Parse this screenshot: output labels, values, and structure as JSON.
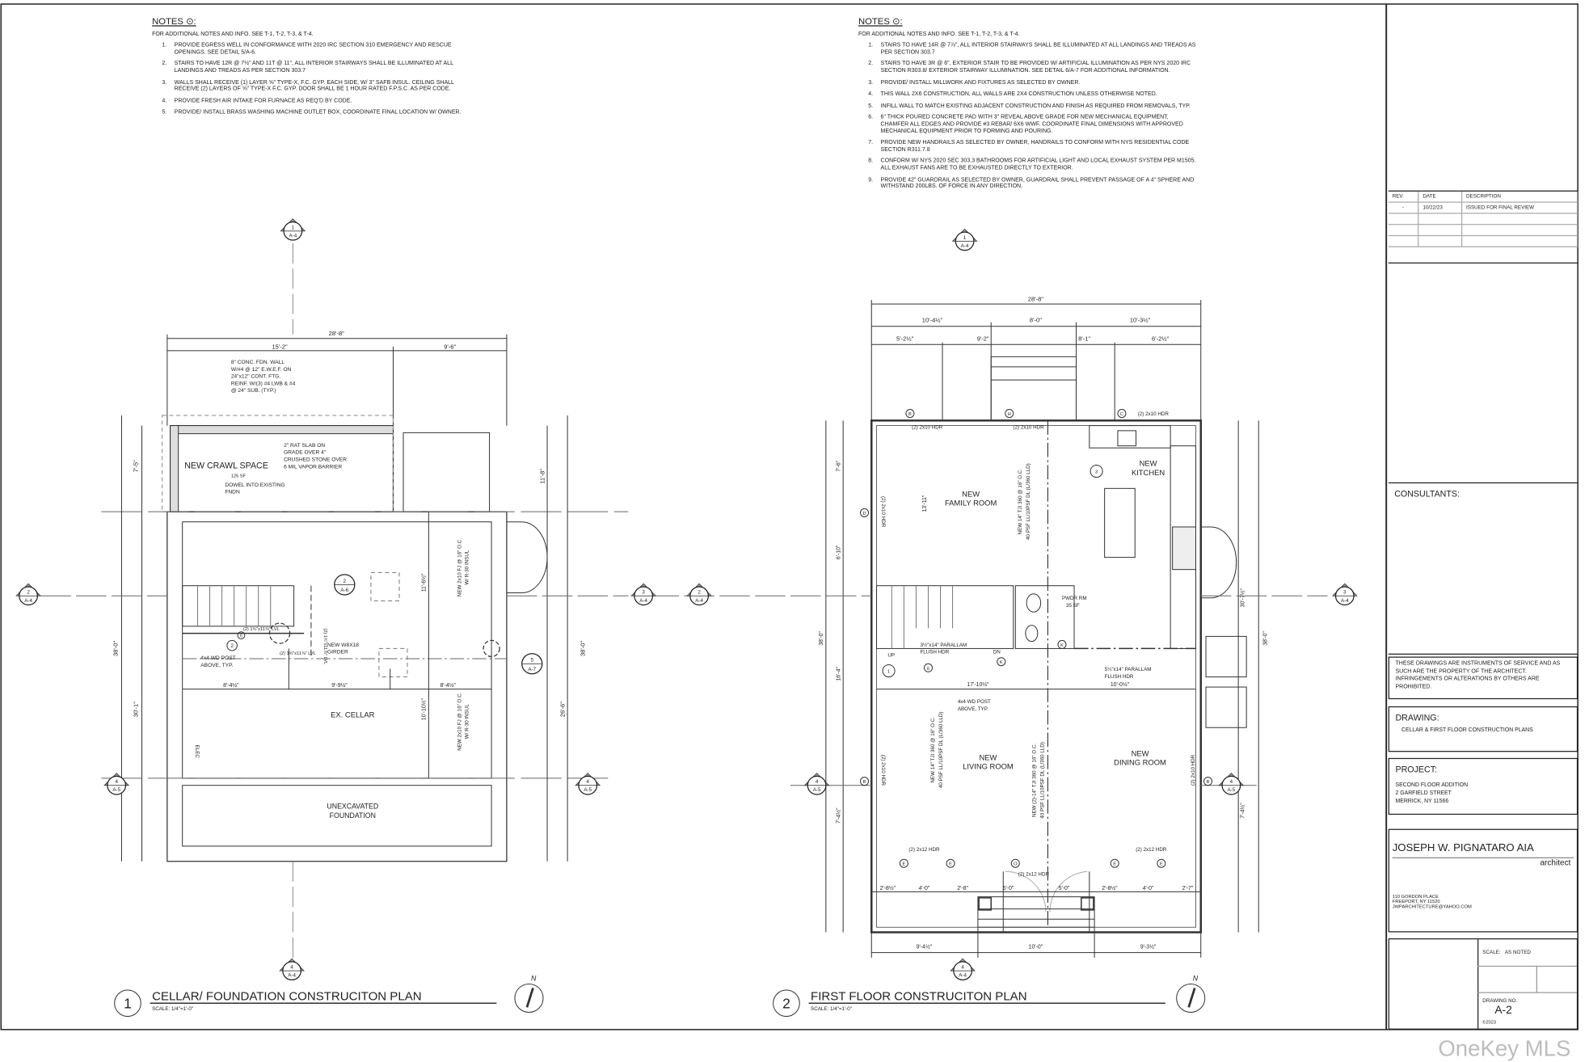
{
  "notes_left": {
    "title": "NOTES",
    "intro": "FOR ADDITIONAL NOTES AND INFO. SEE T-1, T-2, T-3, & T-4.",
    "items": [
      "PROVIDE EGRESS WELL IN CONFORMANCE WITH 2020 IRC SECTION 310 EMERGENCY AND RESCUE OPENINGS. SEE DETAIL 5/A-6.",
      "STAIRS TO HAVE 12R @ 7½\" AND 11T @ 11\", ALL INTERIOR STAIRWAYS SHALL BE ILLUMINATED AT ALL LANDINGS AND TREADS AS PER SECTION 303.7",
      "WALLS SHALL RECEIVE (1) LAYER ⅝\" TYPE-X, F.C. GYP. EACH SIDE, W/ 3\" SAFB INSUL. CEILING SHALL RECEIVE (2) LAYERS OF ⅝\" TYPE-X F.C. GYP. DOOR SHALL BE 1 HOUR RATED F.P.S.C. AS PER CODE.",
      "PROVIDE FRESH AIR INTAKE FOR FURNACE AS REQ'D BY CODE.",
      "PROVIDE/ INSTALL BRASS WASHING MACHINE OUTLET BOX, COORDINATE FINAL LOCATION W/ OWNER."
    ]
  },
  "notes_right": {
    "title": "NOTES",
    "intro": "FOR ADDITIONAL NOTES AND INFO. SEE T-1, T-2, T-3, & T-4.",
    "items": [
      "STAIRS TO HAVE 14R @ 7⅞\", ALL INTERIOR STAIRWAYS SHALL BE ILLUMINATED AT ALL LANDINGS AND TREADS AS PER SECTION 303.7",
      "STAIRS TO HAVE 3R @ 6\", EXTERIOR STAIR TO BE PROVIDED W/ ARTIFICIAL ILLUMINATION AS PER NYS 2020 IRC SECTION R303.8/ EXTERIOR STAIRWAY ILLUMINATION. SEE DETAIL 6/A-7 FOR ADDITIONAL INFORMATION.",
      "PROVIDE/ INSTALL MILLWORK AND FIXTURES AS SELECTED BY OWNER.",
      "THIS WALL 2x6 CONSTRUCTION, ALL WALLS ARE 2x4 CONSTRUCTION UNLESS OTHERWISE NOTED.",
      "INFILL WALL TO MATCH EXISTING ADJACENT CONSTRUCTION AND FINISH AS REQUIRED FROM REMOVALS, TYP.",
      "6\" THICK POURED CONCRETE PAD WITH 3\" REVEAL ABOVE GRADE FOR NEW MECHANICAL EQUIPMENT, CHAMFER ALL EDGES AND PROVIDE #3 REBAR/ 6x6 WWF. COORDINATE FINAL DIMENSIONS WITH APPROVED MECHANICAL EQUIPMENT PRIOR TO FORMING AND POURING.",
      "PROVIDE NEW HANDRAILS AS SELECTED BY OWNER, HANDRAILS TO CONFORM WITH NYS RESIDENTIAL CODE SECTION R311.7.8",
      "CONFORM W/ NYS 2020 SEC 303.3 BATHROOMS FOR ARTIFICIAL LIGHT AND LOCAL EXHAUST SYSTEM PER M1505. ALL EXHAUST FANS ARE TO BE EXHAUSTED DIRECTLY TO EXTERIOR.",
      "PROVIDE 42\" GUARDRAIL AS SELECTED BY OWNER, GUARDRAIL SHALL PREVENT PASSAGE OF A 4\" SPHERE AND WITHSTAND 200LBS. OF FORCE IN ANY DIRECTION."
    ]
  },
  "cellar_plan": {
    "number": "1",
    "title": "CELLAR/ FOUNDATION CONSTRUCITON PLAN",
    "scale": "SCALE: 1/4\"=1'-0\"",
    "rooms": {
      "crawl": "NEW CRAWL SPACE",
      "crawl_area": "125 SF",
      "cellar": "EX. CELLAR",
      "unexc1": "UNEXCAVATED",
      "unexc2": "FOUNDATION"
    },
    "callouts": {
      "wall": [
        "8\" CONC. FDN. WALL",
        "W/#4 @ 12\" E.W.E.F. ON",
        "24\"x12\" CONT. FTG.",
        "REINF. W/(3) #4 LWB & #4",
        "@ 24\" SUB. (TYP.)"
      ],
      "slab": [
        "2\" RAT SLAB ON",
        "GRADE OVER 4\"",
        "CRUSHED STONE OVER",
        "6 MIL VAPOR BARRIER"
      ],
      "dowel": [
        "DOWEL INTO EXISTING",
        "FNDN"
      ],
      "girder": [
        "NEW W8X18",
        "GIRDER"
      ],
      "post": [
        "4x4 WD POST",
        "ABOVE, TYP."
      ],
      "lvl": "(2) 1¾\"x11⅞\" LVL",
      "joist": [
        "NEW 2x10 FJ @ 16\" O.C.",
        "W/ R-30 INSUL"
      ],
      "elec": "ELEC"
    },
    "dims": {
      "overall": "28'-8\"",
      "d1": "15'-2\"",
      "d2": "9'-6\"",
      "v1": "7'-5\"",
      "v2": "30'-1\"",
      "v3": "38'-0\"",
      "v4": "11'-8\"",
      "v5": "26'-6\"",
      "v6": "38'-0\"",
      "v7": "11'-6½\"",
      "v8": "10'-10½\"",
      "h1": "8'-4½\"",
      "h2": "9'-9½\"",
      "h3": "8'-4½\""
    },
    "markers": [
      {
        "num": "1",
        "sheet": "A-4"
      },
      {
        "num": "2",
        "sheet": "A-4"
      },
      {
        "num": "3",
        "sheet": "A-4"
      },
      {
        "num": "4",
        "sheet": "A-5"
      },
      {
        "num": "4",
        "sheet": "A-5"
      },
      {
        "num": "4",
        "sheet": "A-4"
      },
      {
        "num": "2",
        "sheet": "A-6"
      },
      {
        "num": "5",
        "sheet": "A-7"
      }
    ],
    "keys": [
      "2",
      "6"
    ]
  },
  "first_floor_plan": {
    "number": "2",
    "title": "FIRST FLOOR CONSTRUCITON PLAN",
    "scale": "SCALE: 1/4\"=1'-0\"",
    "rooms": {
      "family1": "NEW",
      "family2": "FAMILY ROOM",
      "kitchen1": "NEW",
      "kitchen2": "KITCHEN",
      "living1": "NEW",
      "living2": "LIVING ROOM",
      "dining1": "NEW",
      "dining2": "DINING ROOM",
      "pwdr1": "PWDR RM",
      "pwdr2": "35 SF"
    },
    "labels": {
      "hdr10": "(2) 2x10 HDR",
      "hdr12": "(2) 2x12 HDR",
      "joist1": "NEW 14\" TJI 360 @ 16\" O.C.",
      "joist2": "40 PSF LL/10PSF DL (L/360 LLD)",
      "joist3": "NEW (2)-14\" TJI 360 @ 16\" O.C.",
      "parallam1": [
        "3½\"x14\" PARALLAM",
        "FLUSH HDR"
      ],
      "parallam2": [
        "5¼\"x14\" PARALLAM",
        "FLUSH HDR"
      ],
      "post": [
        "4x4 WD POST",
        "ABOVE, TYP."
      ],
      "up": "UP",
      "dn": "DN"
    },
    "dims": {
      "overall": "28'-8\"",
      "r1": [
        "10'-4½\"",
        "8'-0\"",
        "10'-3½\""
      ],
      "r2": [
        "5'-2½\"",
        "9'-2\"",
        "8'-1\"",
        "6'-2½\""
      ],
      "bottom1": [
        "2'-8½\"",
        "4'-0\"",
        "2'-8\"",
        "5'-0\"",
        "5'-0\"",
        "2'-8½\"",
        "4'-0\"",
        "2'-7\""
      ],
      "bottom2": [
        "9'-4½\"",
        "10'-0\"",
        "9'-3½\""
      ],
      "left": [
        "7'-6\"",
        "6'-10\"",
        "16'-4\"",
        "7'-4½\"",
        "38'-0\""
      ],
      "right": [
        "30'-7½\"",
        "7'-4½\"",
        "38'-0\""
      ],
      "inner": [
        "13'-11\"",
        "17'-10½\"",
        "10'-0½\""
      ]
    },
    "markers": [
      {
        "num": "1",
        "sheet": "A-4"
      },
      {
        "num": "2",
        "sheet": "A-4"
      },
      {
        "num": "3",
        "sheet": "A-4"
      },
      {
        "num": "4",
        "sheet": "A-5"
      },
      {
        "num": "4",
        "sheet": "A-5"
      },
      {
        "num": "4",
        "sheet": "A-4"
      }
    ],
    "tags": [
      "B",
      "H",
      "C",
      "D",
      "B",
      "B",
      "E",
      "E",
      "O",
      "E",
      "E",
      "K",
      "K",
      "6"
    ],
    "keys": [
      "3",
      "1"
    ]
  },
  "north": "N",
  "title_block": {
    "rev_headers": [
      "REV.",
      "DATE",
      "DESCRIPTION"
    ],
    "rev_rows": [
      [
        "-",
        "10/22/23",
        "ISSUED FOR FINAL REVIEW"
      ]
    ],
    "consultants_label": "CONSULTANTS:",
    "disclaimer": "THESE DRAWINGS ARE INSTRUMENTS OF SERVICE AND AS SUCH ARE THE PROPERTY OF THE ARCHITECT. INFRINGEMENTS OR ALTERATIONS BY OTHERS ARE PROHIBITED.",
    "drawing_label": "DRAWING:",
    "drawing_name": "CELLAR & FIRST FLOOR CONSTRUCTION PLANS",
    "project_label": "PROJECT:",
    "project_lines": [
      "SECOND FLOOR ADDITION",
      "2 GARFIELD STREET",
      "MERRICK, NY 11566"
    ],
    "architect_name": "JOSEPH W. PIGNATARO AIA",
    "architect_role": "architect",
    "architect_address": [
      "110 GORDON PLACE",
      "FREEPORT, NY 11520",
      "JWPARCHITECTURE@YAHOO.COM"
    ],
    "scale_label": "SCALE:",
    "scale_value": "AS NOTED",
    "drawing_no_label": "DRAWING NO.",
    "drawing_no": "A-2",
    "copyright": "©2023"
  },
  "watermark": "OneKey MLS"
}
